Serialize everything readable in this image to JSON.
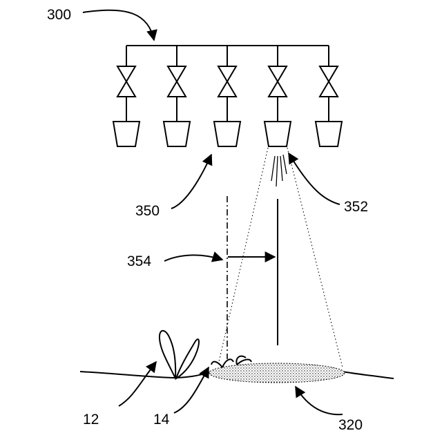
{
  "labels": {
    "system": "300",
    "nozzle_group": "350",
    "active_nozzle": "352",
    "offset": "354",
    "plant_a": "12",
    "plant_b": "14",
    "spray_area": "320"
  },
  "nozzle_count": 5,
  "colors": {
    "ink": "#000000",
    "background": "#ffffff",
    "spray_fill": "#d9d9d9"
  }
}
